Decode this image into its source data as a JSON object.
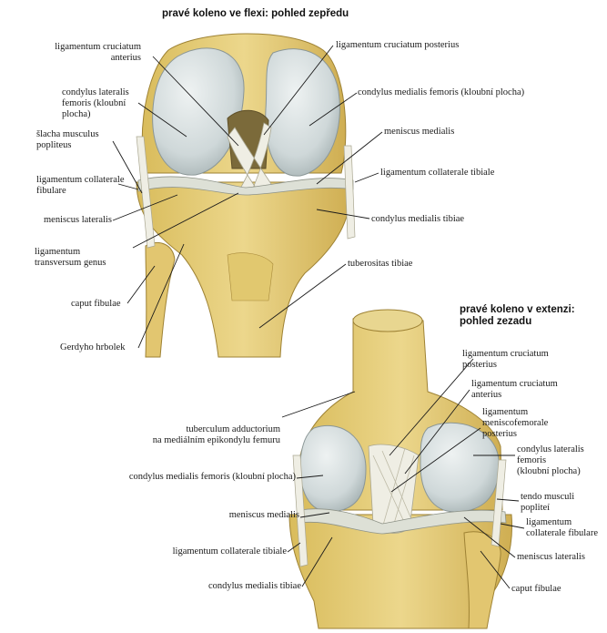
{
  "top_view": {
    "title": "pravé koleno ve flexi: pohled zepředu",
    "labels": {
      "lig_cruc_ant": "ligamentum cruciatum\nanterius",
      "lig_cruc_post": "ligamentum cruciatum posterius",
      "cond_lat_fem": "condylus lateralis\nfemoris (kloubní\nplocha)",
      "cond_med_fem": "condylus medialis femoris (kloubní plocha)",
      "slacha_popl": "šlacha musculus\npopliteus",
      "menisc_med": "meniscus medialis",
      "lig_coll_fib": "ligamentum collaterale\nfibulare",
      "lig_coll_tib": "ligamentum collaterale tibiale",
      "menisc_lat": "meniscus lateralis",
      "cond_med_tib": "condylus medialis tibiae",
      "lig_transv": "ligamentum\ntransversum genus",
      "tuberositas": "tuberositas tibiae",
      "caput_fib": "caput fibulae",
      "gerdy": "Gerdyho hrbolek"
    }
  },
  "bottom_view": {
    "title": "pravé koleno v extenzi:\npohled zezadu",
    "labels": {
      "lig_cruc_post": "ligamentum cruciatum\nposterius",
      "lig_cruc_ant": "ligamentum cruciatum\nanterius",
      "lig_menisco": "ligamentum\nmeniscofemorale\nposterius",
      "tuberculum": "tuberculum adductorium\nna mediálním epikondylu femuru",
      "cond_lat_fem": "condylus lateralis\nfemoris\n(kloubní plocha)",
      "cond_med_fem": "condylus medialis femoris (kloubní plocha)",
      "tendo_popl": "tendo musculi\npopliteí",
      "menisc_med": "meniscus medialis",
      "lig_coll_fib": "ligamentum\ncollaterale fibulare",
      "lig_coll_tib": "ligamentum collaterale tibiale",
      "menisc_lat": "meniscus lateralis",
      "cond_med_tib": "condylus medialis tibiae",
      "caput_fib": "caput fibulae"
    }
  },
  "colors": {
    "bone": "#e6cf78",
    "bone_shade": "#caa84a",
    "cartilage": "#d3dbdc",
    "ligament": "#eeece0",
    "meniscus": "#d9ddd2"
  }
}
